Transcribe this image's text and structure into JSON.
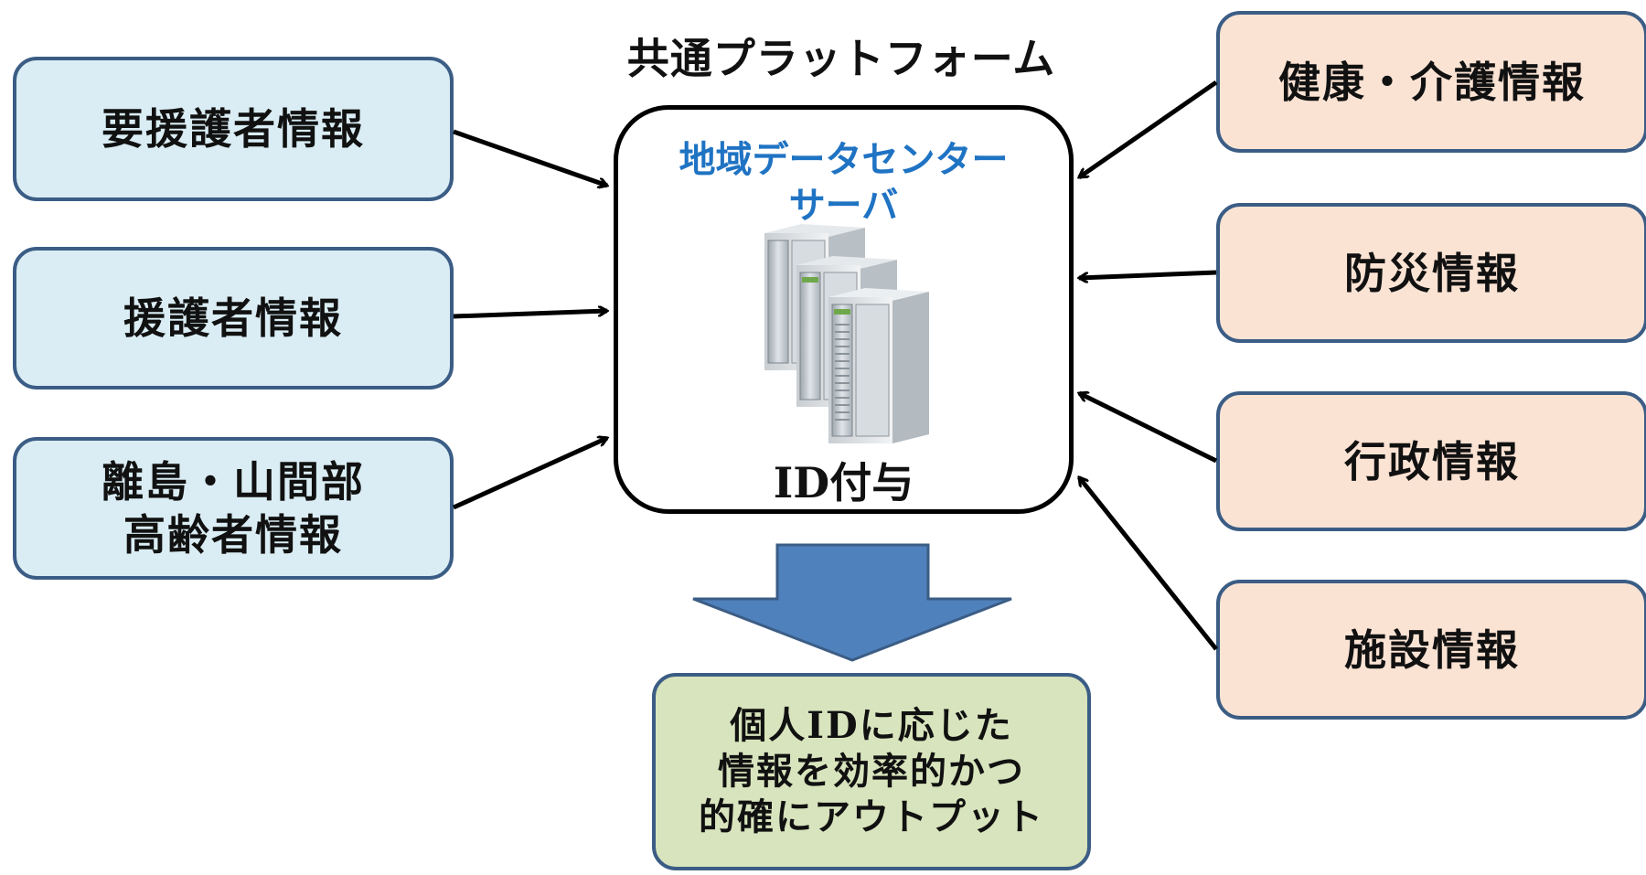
{
  "platform": {
    "title": "共通プラットフォーム",
    "server_title_line1": "地域データセンター",
    "server_title_line2": "サーバ",
    "server_icon": "server-rack-icon",
    "id_label": "ID付与"
  },
  "left_boxes": [
    {
      "lines": [
        "要援護者情報"
      ]
    },
    {
      "lines": [
        "援護者情報"
      ]
    },
    {
      "lines": [
        "離島・山間部",
        "高齢者情報"
      ]
    }
  ],
  "right_boxes": [
    {
      "lines": [
        "健康・介護情報"
      ]
    },
    {
      "lines": [
        "防災情報"
      ]
    },
    {
      "lines": [
        "行政情報"
      ]
    },
    {
      "lines": [
        "施設情報"
      ]
    }
  ],
  "output_box": {
    "lines": [
      "個人IDに応じた",
      "情報を効率的かつ",
      "的確にアウトプット"
    ]
  },
  "colors": {
    "left_fill": "#daedf4",
    "right_fill": "#fbe3d4",
    "output_fill": "#d8e4bd",
    "box_border": "#3b5d85",
    "server_title": "#1f73c3",
    "down_arrow": "#4f81bd"
  }
}
